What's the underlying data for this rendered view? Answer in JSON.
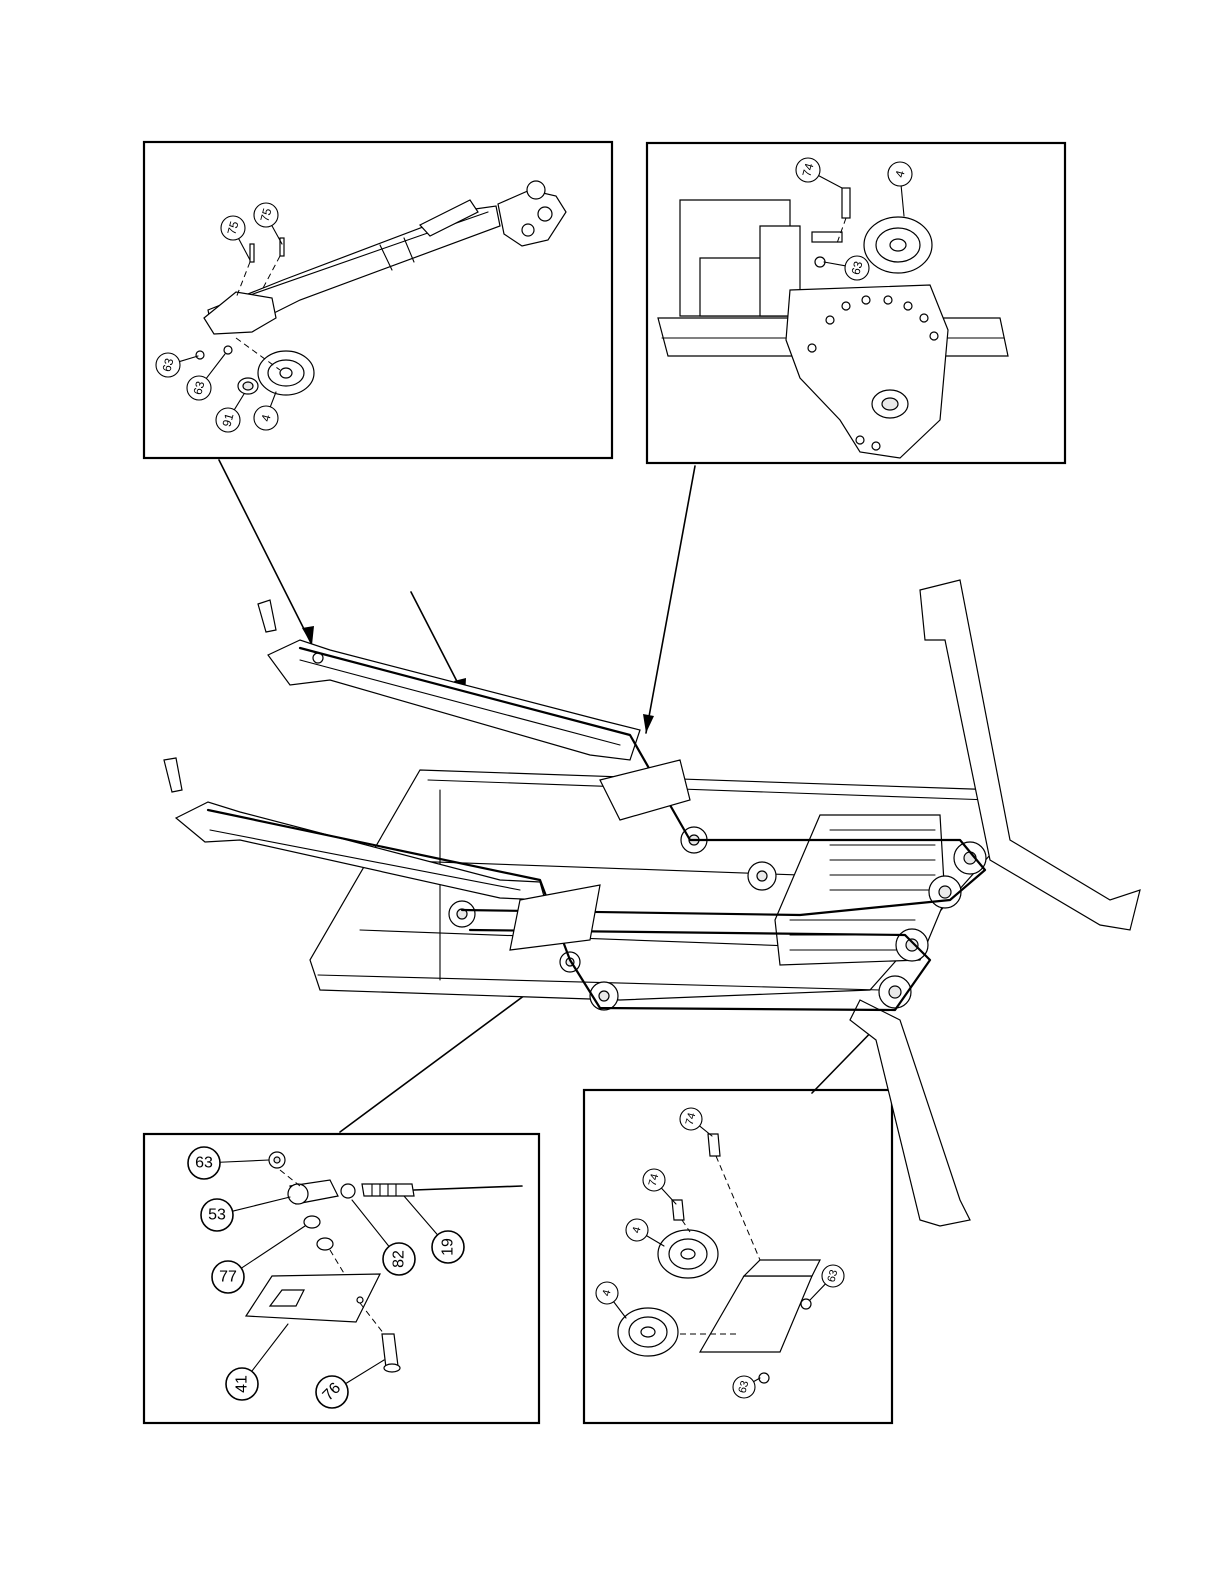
{
  "detail_views": [
    {
      "id": "upper-left",
      "callouts": [
        {
          "label": "75"
        },
        {
          "label": "75"
        },
        {
          "label": "63"
        },
        {
          "label": "63"
        },
        {
          "label": "91"
        },
        {
          "label": "4"
        }
      ]
    },
    {
      "id": "upper-right",
      "callouts": [
        {
          "label": "74"
        },
        {
          "label": "4"
        },
        {
          "label": "63"
        }
      ]
    },
    {
      "id": "lower-left",
      "callouts": [
        {
          "label": "63"
        },
        {
          "label": "53"
        },
        {
          "label": "77"
        },
        {
          "label": "82"
        },
        {
          "label": "19"
        },
        {
          "label": "41"
        },
        {
          "label": "76"
        }
      ]
    },
    {
      "id": "lower-right",
      "callouts": [
        {
          "label": "74"
        },
        {
          "label": "74"
        },
        {
          "label": "4"
        },
        {
          "label": "63"
        },
        {
          "label": "4"
        },
        {
          "label": "63"
        }
      ]
    }
  ]
}
